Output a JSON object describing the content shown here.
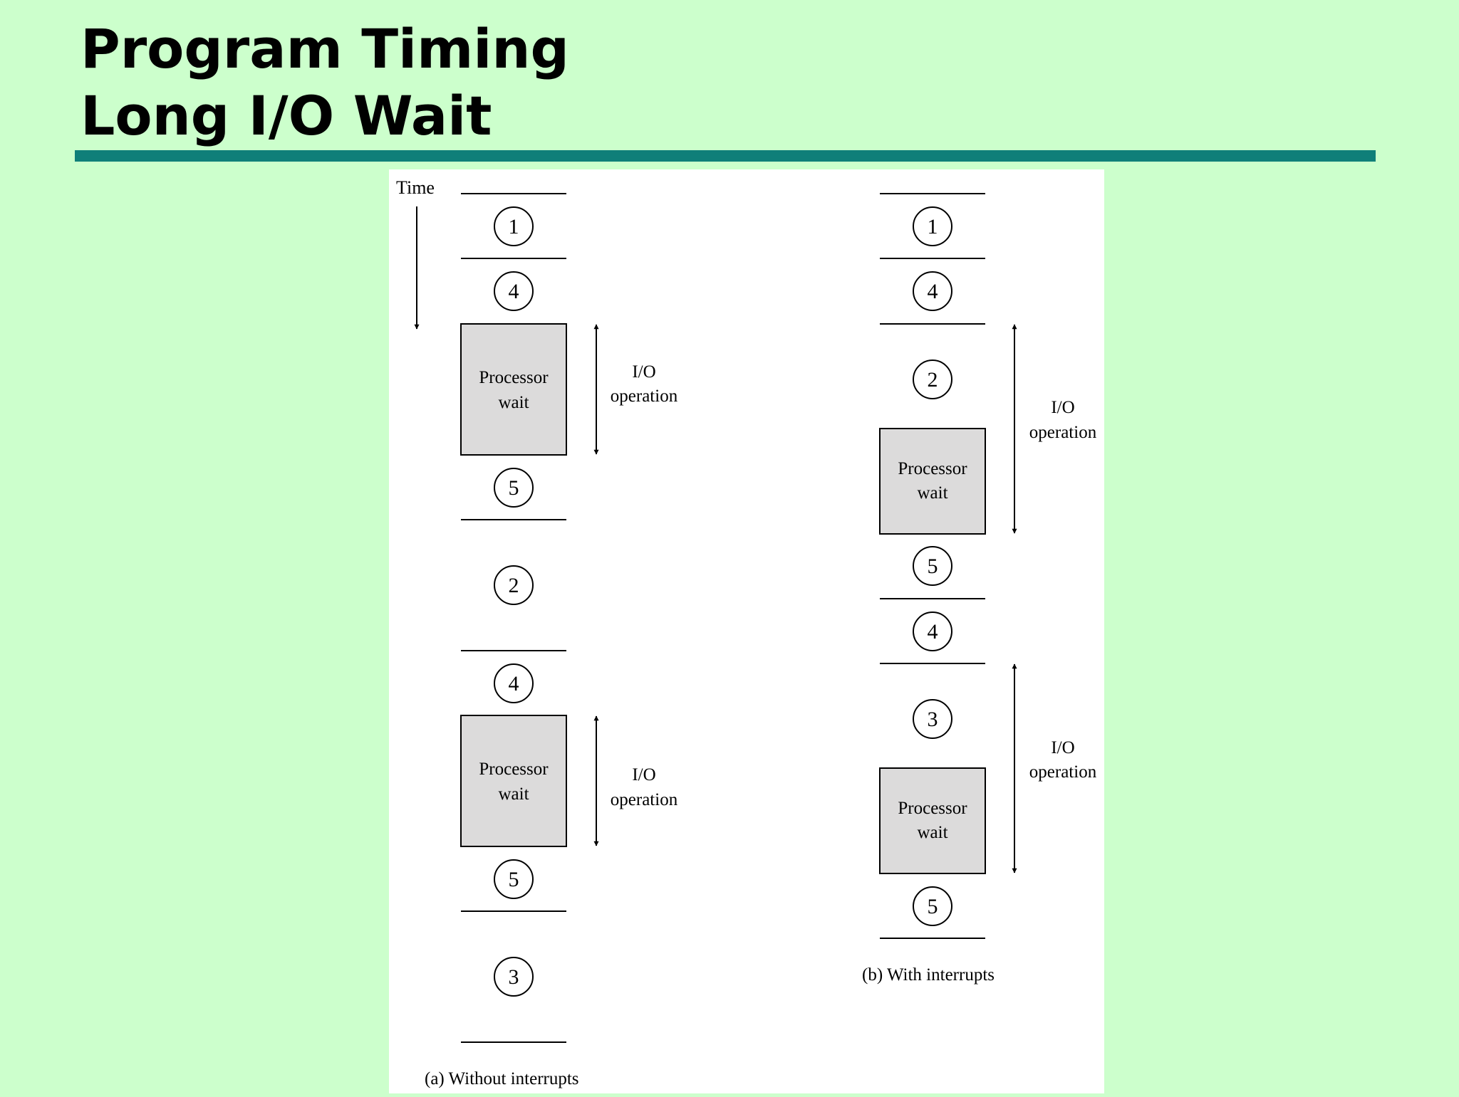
{
  "title": {
    "line1": "Program Timing",
    "line2": "Long I/O Wait"
  },
  "figure": {
    "time_label": "Time",
    "panel_a": {
      "caption": "(a) Without interrupts",
      "sequence": [
        {
          "kind": "step",
          "label": "1"
        },
        {
          "kind": "step",
          "label": "4"
        },
        {
          "kind": "wait",
          "line1": "Processor",
          "line2": "wait"
        },
        {
          "kind": "step",
          "label": "5"
        },
        {
          "kind": "step",
          "label": "2"
        },
        {
          "kind": "step",
          "label": "4"
        },
        {
          "kind": "wait",
          "line1": "Processor",
          "line2": "wait"
        },
        {
          "kind": "step",
          "label": "5"
        },
        {
          "kind": "step",
          "label": "3"
        }
      ],
      "io_labels": [
        {
          "line1": "I/O",
          "line2": "operation"
        },
        {
          "line1": "I/O",
          "line2": "operation"
        }
      ]
    },
    "panel_b": {
      "caption": "(b) With interrupts",
      "sequence": [
        {
          "kind": "step",
          "label": "1"
        },
        {
          "kind": "step",
          "label": "4"
        },
        {
          "kind": "step",
          "label": "2"
        },
        {
          "kind": "wait",
          "line1": "Processor",
          "line2": "wait"
        },
        {
          "kind": "step",
          "label": "5"
        },
        {
          "kind": "step",
          "label": "4"
        },
        {
          "kind": "step",
          "label": "3"
        },
        {
          "kind": "wait",
          "line1": "Processor",
          "line2": "wait"
        },
        {
          "kind": "step",
          "label": "5"
        }
      ],
      "io_labels": [
        {
          "line1": "I/O",
          "line2": "operation"
        },
        {
          "line1": "I/O",
          "line2": "operation"
        }
      ]
    }
  },
  "colors": {
    "background": "#ccffcc",
    "title_rule": "#0f7f79",
    "figure_background": "#ffffff",
    "wait_fill": "#dcdbdb"
  }
}
